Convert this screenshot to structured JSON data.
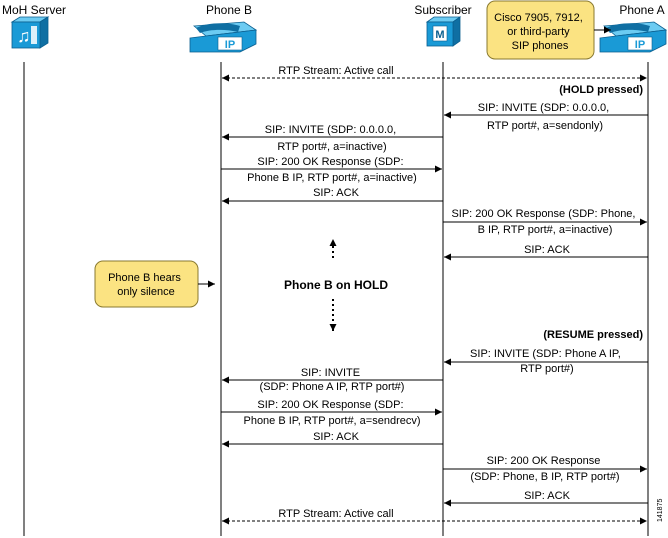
{
  "participants": {
    "moh_server": "MoH Server",
    "phone_b": "Phone B",
    "subscriber": "Subscriber",
    "phone_a": "Phone A"
  },
  "device_icons": {
    "moh_server": "moh-server-icon",
    "phone_b": "ip-phone-icon",
    "subscriber": "call-manager-icon",
    "phone_a": "ip-phone-icon"
  },
  "icon_text": {
    "phone": "IP",
    "subscriber": "M"
  },
  "colors": {
    "device_blue": "#1a9ad6",
    "note_fill": "#fbe382",
    "note_stroke": "#8a7a30"
  },
  "notes": {
    "phone_a_models": [
      "Cisco 7905, 7912,",
      "or third-party",
      "SIP phones"
    ],
    "phone_b_hears": [
      "Phone B hears",
      "only silence"
    ]
  },
  "events": {
    "hold_pressed": "(HOLD pressed)",
    "resume_pressed": "(RESUME pressed)",
    "phone_b_on_hold": "Phone B on HOLD"
  },
  "messages": {
    "rtp_active_1": "RTP Stream: Active call",
    "invite_hold_a": [
      "SIP: INVITE (SDP: 0.0.0.0,",
      "RTP port#, a=sendonly)"
    ],
    "invite_hold_b": [
      "SIP: INVITE (SDP: 0.0.0.0,",
      "RTP port#, a=inactive)"
    ],
    "ok_b_inactive": [
      "SIP: 200 OK Response (SDP:",
      "Phone B IP, RTP port#, a=inactive)"
    ],
    "ack_1": "SIP: ACK",
    "ok_a_inactive": [
      "SIP: 200 OK Response (SDP: Phone,",
      "B IP, RTP port#, a=inactive)"
    ],
    "ack_2": "SIP: ACK",
    "invite_resume_a": [
      "SIP: INVITE (SDP: Phone A IP,",
      "RTP port#)"
    ],
    "invite_resume_b": [
      "SIP: INVITE",
      "(SDP: Phone A IP, RTP port#)"
    ],
    "ok_b_sendrecv": [
      "SIP: 200 OK Response (SDP:",
      "Phone B IP, RTP port#, a=sendrecv)"
    ],
    "ack_3": "SIP: ACK",
    "ok_a_resume": [
      "SIP: 200 OK Response",
      "(SDP: Phone, B IP, RTP port#)"
    ],
    "ack_4": "SIP: ACK",
    "rtp_active_2": "RTP Stream: Active call"
  },
  "figure_id": "141875"
}
